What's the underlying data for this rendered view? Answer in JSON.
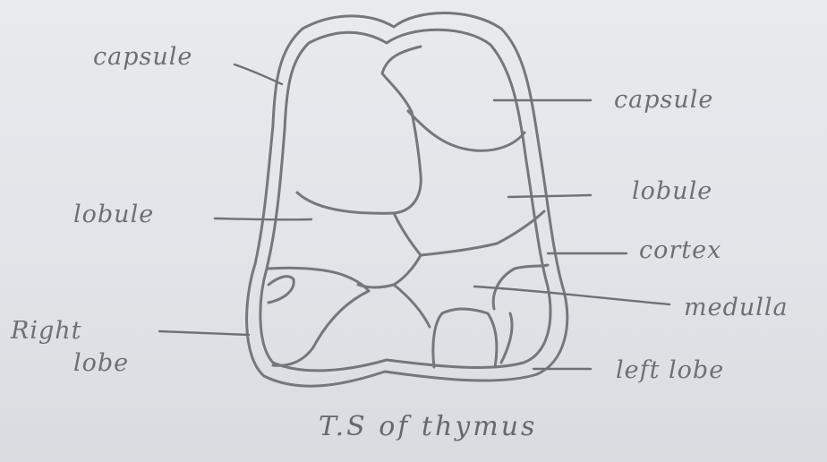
{
  "labels": {
    "capsule_left": "capsule",
    "capsule_right": "capsule",
    "lobule_left": "lobule",
    "lobule_right": "lobule",
    "cortex": "cortex",
    "medulla": "medulla",
    "right_lobe_line1": "Right",
    "right_lobe_line2": "lobe",
    "left_lobe": "left lobe"
  },
  "caption": "T.S of thymus",
  "colors": {
    "paper": "#e4e6ea",
    "pencil": "#6d6f75"
  }
}
